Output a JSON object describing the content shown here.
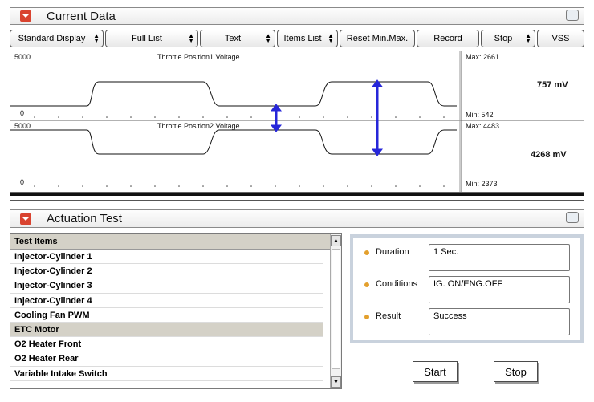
{
  "current_data": {
    "title": "Current Data",
    "toolbar": [
      {
        "label": "Standard Display",
        "has_arrow": true
      },
      {
        "label": "Full List",
        "has_arrow": true
      },
      {
        "label": "Text",
        "has_arrow": true
      },
      {
        "label": "Items List",
        "has_arrow": true
      },
      {
        "label": "Reset Min.Max.",
        "has_arrow": false
      },
      {
        "label": "Record",
        "has_arrow": false
      },
      {
        "label": "Stop",
        "has_arrow": true
      },
      {
        "label": "VSS",
        "has_arrow": false
      }
    ],
    "graphs": [
      {
        "title": "Throttle Position1 Voltage",
        "y_max": "5000",
        "y_min": "0",
        "max_label": "Max: 2661",
        "min_label": "Min: 542",
        "value": "757 mV"
      },
      {
        "title": "Throttle Position2 Voltage",
        "y_max": "5000",
        "y_min": "0",
        "max_label": "Max: 4483",
        "min_label": "Min: 2373",
        "value": "4268 mV"
      }
    ]
  },
  "actuation_test": {
    "title": "Actuation Test",
    "list_header": "Test Items",
    "items": [
      "Injector-Cylinder 1",
      "Injector-Cylinder 2",
      "Injector-Cylinder 3",
      "Injector-Cylinder 4",
      "Cooling Fan PWM",
      "ETC Motor",
      "O2 Heater Front",
      "O2 Heater Rear",
      "Variable Intake Switch"
    ],
    "selected_item": "ETC Motor",
    "duration_label": "Duration",
    "duration_value": "1 Sec.",
    "conditions_label": "Conditions",
    "conditions_value": "IG. ON/ENG.OFF",
    "result_label": "Result",
    "result_value": "Success",
    "start_label": "Start",
    "stop_label": "Stop"
  },
  "colors": {
    "accent_red": "#d9432f",
    "arrow_blue": "#2626d9",
    "selected_row": "#d4d1c7",
    "bullet_orange": "#e3a02d"
  },
  "icons": [
    "collapse-icon",
    "window-icon",
    "updown-arrow-icon",
    "scroll-up-icon",
    "scroll-down-icon"
  ]
}
